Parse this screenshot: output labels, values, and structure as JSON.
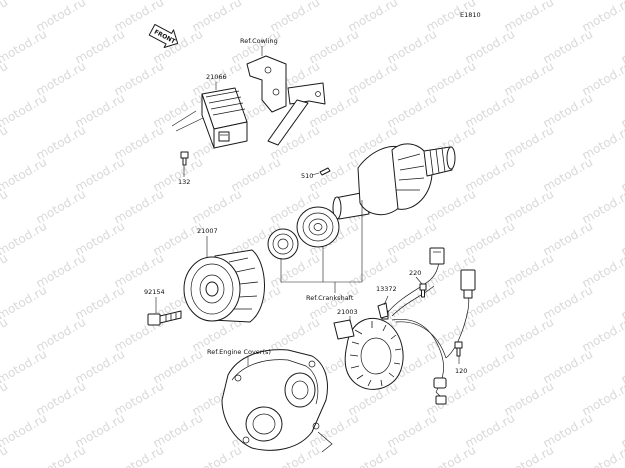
{
  "diagram_code": "E1810",
  "watermark": "motod.ru",
  "front_label": "FRONT",
  "labels": {
    "ref_cowling": "Ref.Cowling",
    "regulator": "21066",
    "bolt_132": "132",
    "key_510": "510",
    "rotor": "21007",
    "bolt_92154": "92154",
    "ref_crankshaft": "Ref.Crankshaft",
    "bolt_220": "220",
    "clamp_13372": "13372",
    "stator": "21003",
    "ref_engine_cover": "Ref.Engine Cover(s)",
    "bolt_120": "120"
  },
  "colors": {
    "line": "#1a1a1a",
    "watermark": "#d9d9d9",
    "background": "#ffffff"
  }
}
